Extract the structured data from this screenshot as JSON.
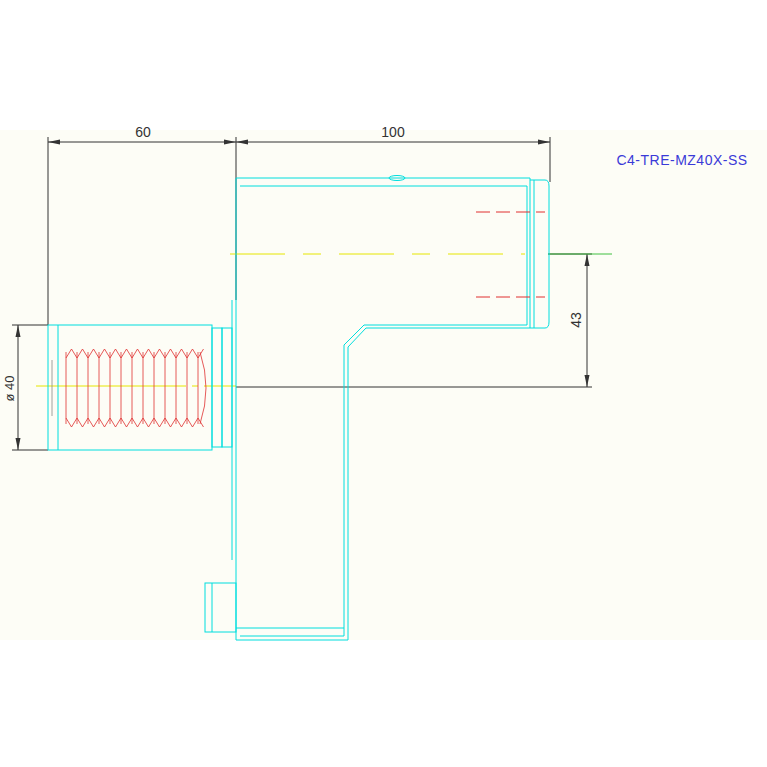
{
  "diagram": {
    "labels": [
      "60",
      "100",
      "C4-TRE-MZ40X-SS",
      "43",
      "ø 40"
    ]
  }
}
